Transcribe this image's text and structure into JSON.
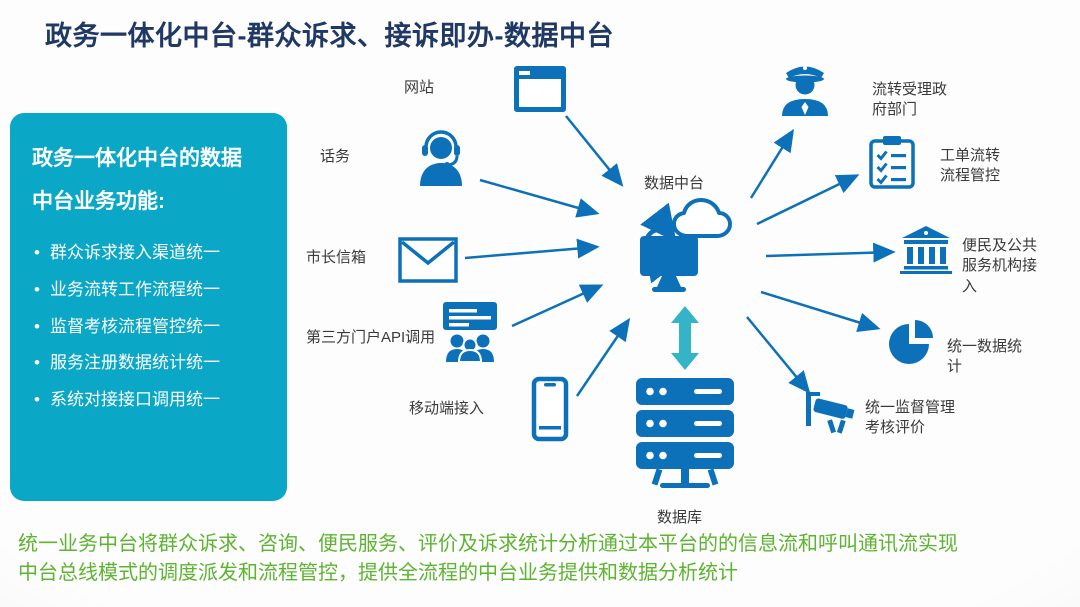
{
  "title": "政务一体化中台-群众诉求、接诉即办-数据中台",
  "panel": {
    "heading_line1": "政务一体化中台的数据",
    "heading_line2": "中台业务功能:",
    "bullets": [
      "群众诉求接入渠道统一",
      "业务流转工作流程统一",
      "监督考核流程管控统一",
      "服务注册数据统计统一",
      "系统对接接口调用统一"
    ]
  },
  "channels": [
    {
      "label": "网站",
      "icon": "browser-window-icon"
    },
    {
      "label": "话务",
      "icon": "headset-agent-icon"
    },
    {
      "label": "市长信箱",
      "icon": "envelope-icon"
    },
    {
      "label": "第三方门户API调用",
      "icon": "presentation-team-icon"
    },
    {
      "label": "移动端接入",
      "icon": "mobile-phone-icon"
    }
  ],
  "hub": {
    "platform_label": "数据中台",
    "platform_icon": "cloud-computer-sync-icon",
    "link_icon": "double-vertical-arrow-icon",
    "database_label": "数据库",
    "database_icon": "server-stack-icon"
  },
  "outputs": [
    {
      "label": "流转受理政府部门",
      "icon": "police-officer-icon"
    },
    {
      "label": "工单流转流程管控",
      "icon": "checklist-icon"
    },
    {
      "label": "便民及公共服务机构接入",
      "icon": "bank-building-icon"
    },
    {
      "label": "统一数据统计",
      "icon": "pie-chart-icon"
    },
    {
      "label": "统一监督管理考核评价",
      "icon": "cctv-camera-icon"
    }
  ],
  "footer": "统一业务中台将群众诉求、咨询、便民服务、评价及诉求统计分析通过本平台的的信息流和呼叫通讯流实现中台总线模式的调度派发和流程管控，提供全流程的中台业务提供和数据分析统计",
  "colors": {
    "title": "#1f3864",
    "panel_background": "#0ba7c7",
    "icon_blue": "#0c71b8",
    "arrow_blue": "#0c71b8",
    "link_teal": "#35b4c8",
    "footer_green": "#5db431"
  }
}
